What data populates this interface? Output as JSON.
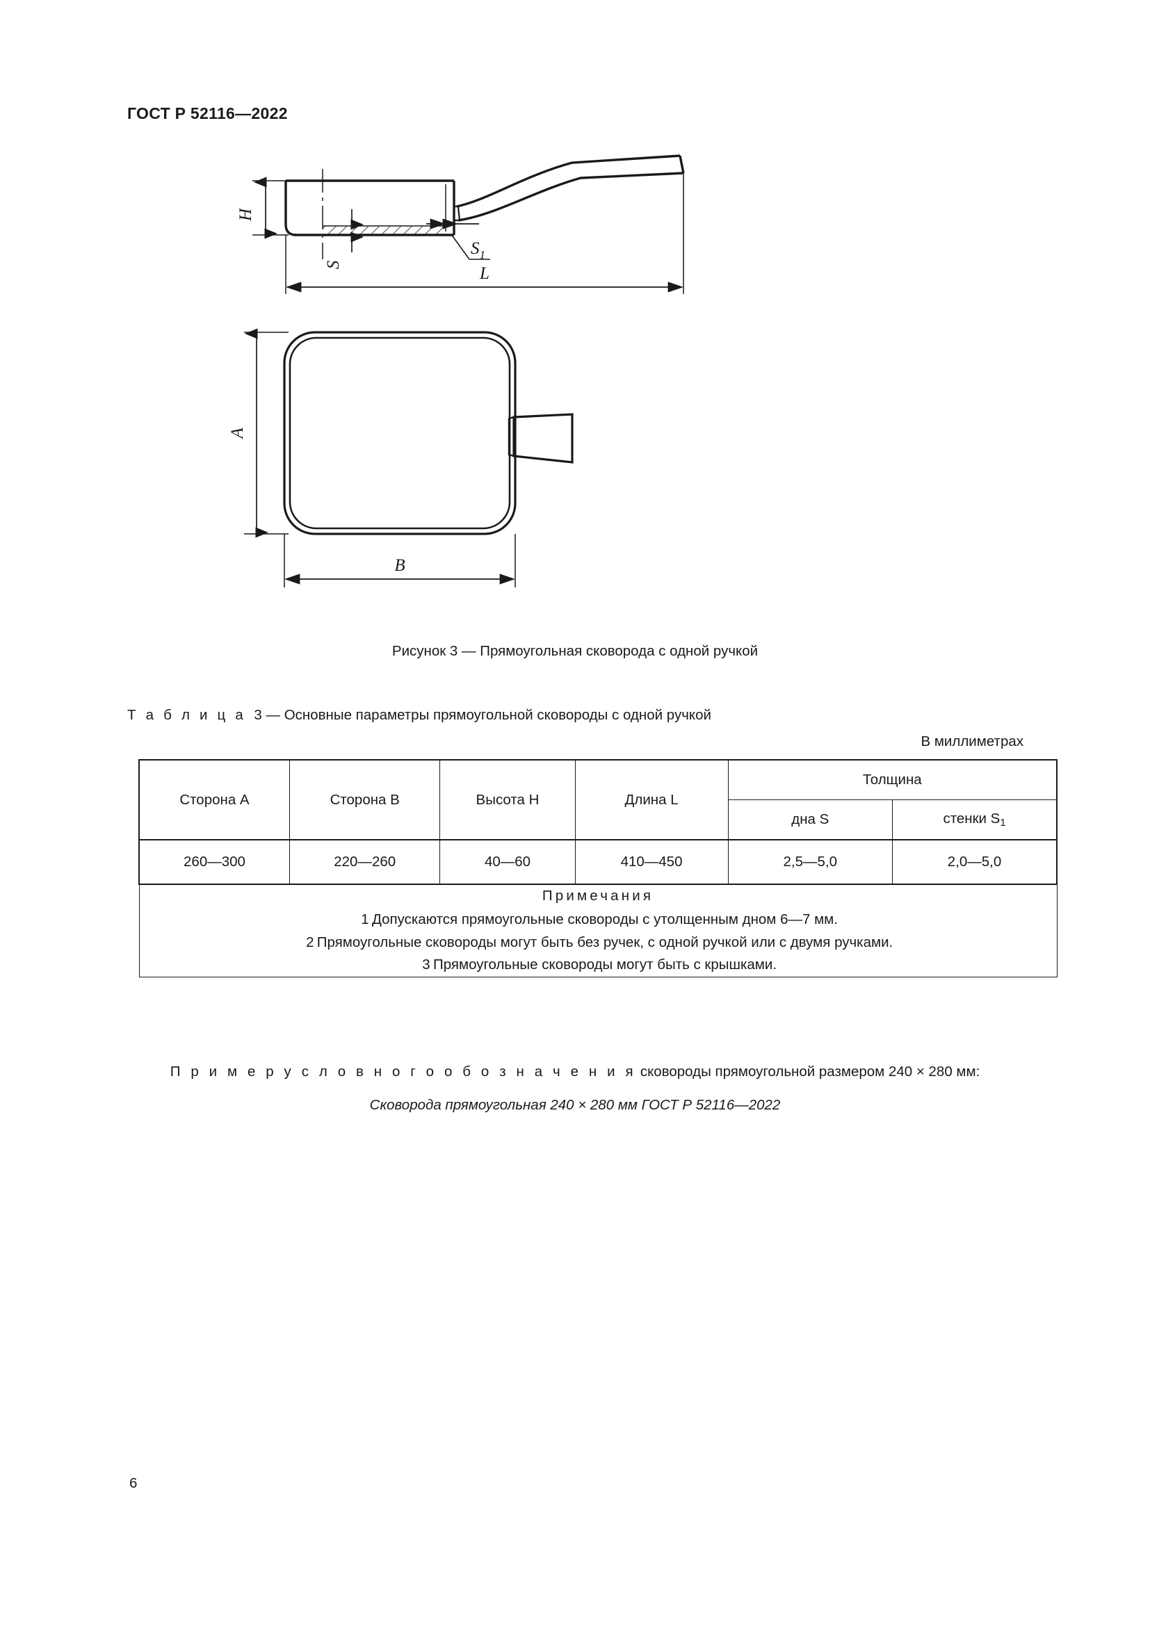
{
  "document": {
    "header": "ГОСТ Р 52116—2022",
    "page_number": "6"
  },
  "figure": {
    "caption": "Рисунок 3 — Прямоугольная сковорода с одной ручкой",
    "dimension_labels": {
      "height": "H",
      "bottom_thickness": "S",
      "wall_thickness": "S",
      "wall_thickness_sub": "1",
      "length": "L",
      "side_a": "A",
      "side_b": "B"
    }
  },
  "table": {
    "title_prefix": "Т а б л и ц а",
    "title_number": "3",
    "title_rest": "— Основные параметры прямоугольной сковороды с одной ручкой",
    "units_note": "В   миллиметрах",
    "headers": {
      "side_a": "Сторона А",
      "side_b": "Сторона В",
      "height": "Высота H",
      "length": "Длина L",
      "thickness_group": "Толщина",
      "thickness_bottom": "дна S",
      "thickness_wall_text": "стенки S",
      "thickness_wall_sub": "1"
    },
    "row": {
      "side_a": "260—300",
      "side_b": "220—260",
      "height": "40—60",
      "length": "410—450",
      "thickness_bottom": "2,5—5,0",
      "thickness_wall": "2,0—5,0"
    },
    "notes": {
      "title": "Примечания",
      "items": [
        {
          "num": "1",
          "text": "Допускаются прямоугольные сковороды с утолщенным дном 6—7 мм."
        },
        {
          "num": "2",
          "text": "Прямоугольные сковороды могут быть без ручек, с одной ручкой или с двумя ручками."
        },
        {
          "num": "3",
          "text": "Прямоугольные сковороды могут быть с крышками."
        }
      ]
    }
  },
  "example": {
    "intro_spaced": "П р и м е р   у с л о в н о г о   о б о з н а ч е н и я",
    "intro_rest": "сковороды прямоугольной размером 240 × 280 мм:",
    "designation": "Сковорода прямоугольная 240 × 280 мм ГОСТ Р 52116—2022"
  },
  "colors": {
    "ink": "#1a1a1a",
    "paper": "#ffffff"
  }
}
